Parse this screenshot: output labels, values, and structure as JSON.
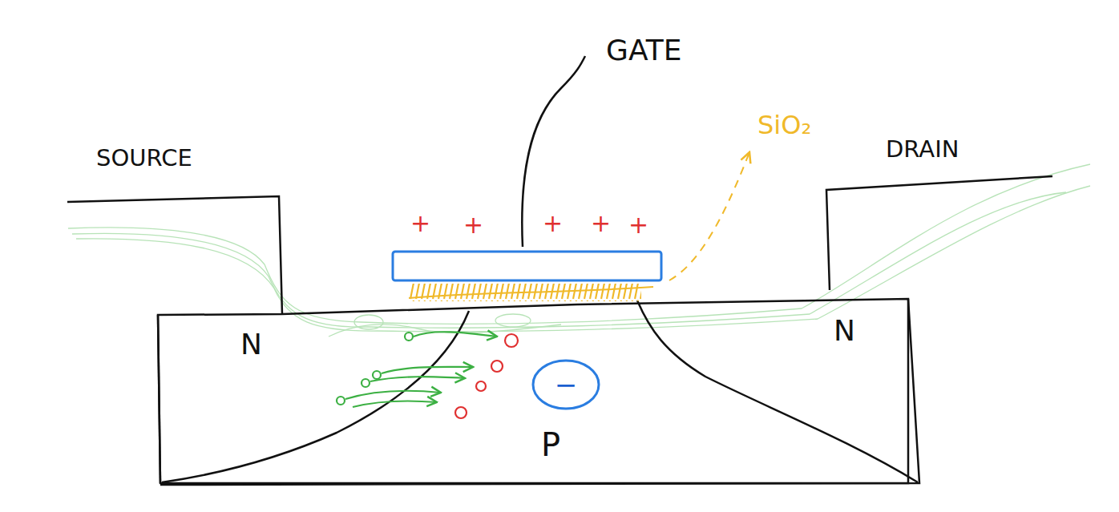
{
  "diagram": {
    "nodes": [
      {
        "text": [
          "−"
        ]
      }
    ],
    "labels": [
      "SOURCE",
      "GATE",
      "SiO₂",
      "DRAIN",
      "N",
      "N",
      "P",
      "+",
      "+",
      "+",
      "+",
      "+"
    ]
  }
}
